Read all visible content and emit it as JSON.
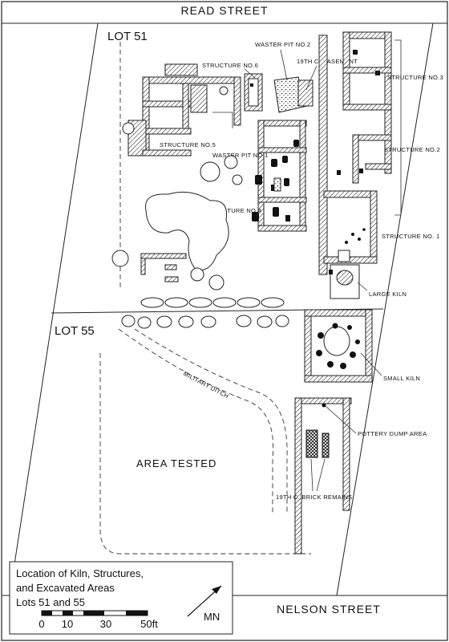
{
  "streets": {
    "top": "READ STREET",
    "bottom": "NELSON STREET"
  },
  "lots": {
    "north": "LOT 51",
    "south": "LOT 55"
  },
  "labels": {
    "waster_pit_2": "WASTER PIT NO.2",
    "basement": "19TH C. BASEMENT",
    "structure_6": "STRUCTURE NO.6",
    "structure_3": "STRUCTURE NO.3",
    "structure_5": "STRUCTURE NO.5",
    "waster_pit_1": "WASTER PIT NO.1",
    "structure_2": "STRUCTURE NO.2",
    "structure_4": "STRUCTURE NO.4",
    "structure_1": "STRUCTURE NO. 1",
    "large_kiln": "LARGE KILN",
    "small_kiln": "SMALL KILN",
    "military_ditch": "MILITARY DITCH",
    "pottery_dump": "POTTERY DUMP AREA",
    "area_tested": "AREA TESTED",
    "brick_remains": "19TH C. BRICK REMAINS"
  },
  "legend": {
    "title_line1": "Location of Kiln, Structures,",
    "title_line2": "and Excavated Areas",
    "title_line3": "Lots 51 and 55",
    "scale_ticks": [
      "0",
      "10",
      "30",
      "50ft"
    ],
    "north_label": "MN"
  }
}
